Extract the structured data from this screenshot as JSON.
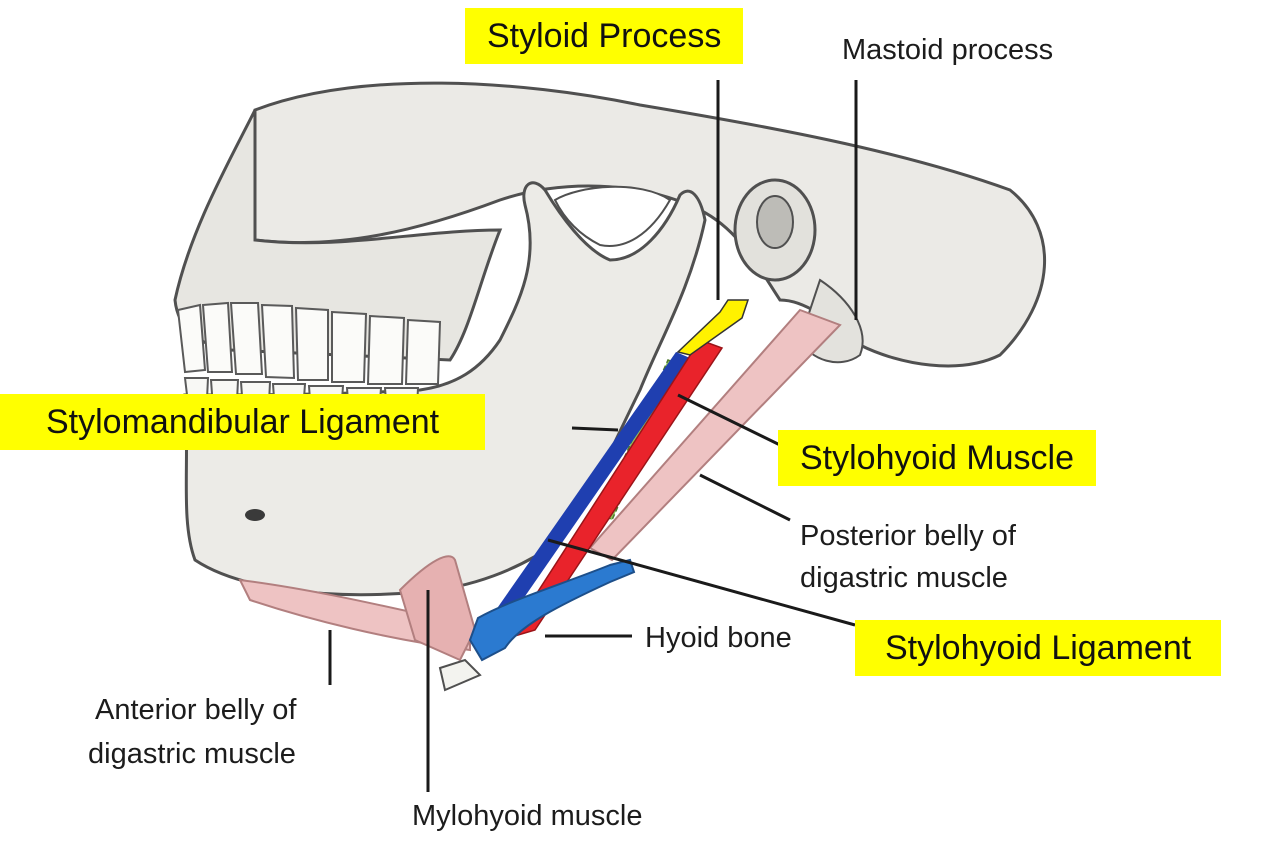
{
  "diagram": {
    "colors": {
      "highlight": "#ffff00",
      "bone": "#ebeae6",
      "bone_shadow": "#9c9c98",
      "muscle": "#eec3c3",
      "muscle_edge": "#b27f7f",
      "stylohyoid_muscle": "#e9232b",
      "stylohyoid_ligament": "#1f3fb0",
      "stylomandibular_ligament": "#8fc55e",
      "styloid": "#fff200",
      "hyoid": "#2b7ad0"
    },
    "labels": {
      "styloid_process": "Styloid Process",
      "mastoid_process": "Mastoid process",
      "stylomandibular_ligament": "Stylomandibular Ligament",
      "stylohyoid_muscle": "Stylohyoid Muscle",
      "posterior_belly_line1": "Posterior belly of",
      "posterior_belly_line2": "digastric muscle",
      "hyoid_bone": "Hyoid bone",
      "stylohyoid_ligament": "Stylohyoid Ligament",
      "anterior_belly_line1": "Anterior belly of",
      "anterior_belly_line2": "digastric muscle",
      "mylohyoid_muscle": "Mylohyoid muscle"
    }
  }
}
